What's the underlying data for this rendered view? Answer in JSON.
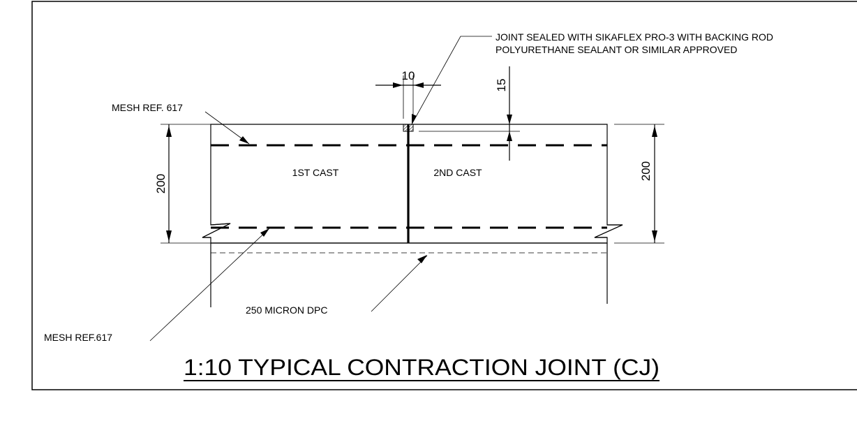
{
  "drawing": {
    "title": "1:10  TYPICAL CONTRACTION JOINT (CJ)",
    "joint_note_line1": "JOINT SEALED WITH SIKAFLEX PRO-3 WITH BACKING ROD",
    "joint_note_line2": "POLYURETHANE SEALANT OR SIMILAR APPROVED",
    "mesh_top_label": "MESH REF. 617",
    "mesh_bottom_label": "MESH REF.617",
    "dpc_label": "250 MICRON DPC",
    "first_cast_label": "1ST CAST",
    "second_cast_label": "2ND CAST",
    "dim_joint_width": "10",
    "dim_seal_depth": "15",
    "dim_slab_left": "200",
    "dim_slab_right": "200"
  }
}
